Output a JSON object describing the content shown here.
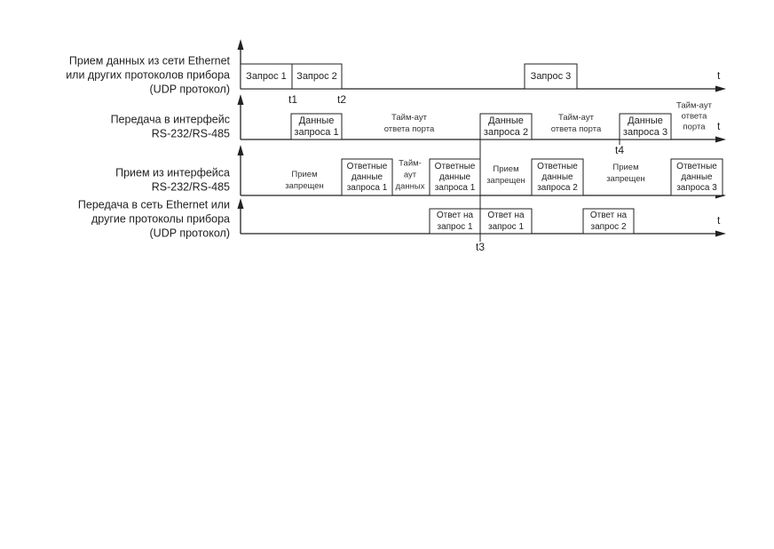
{
  "rows": [
    {
      "label": [
        "Прием данных из сети Ethernet",
        "или других протоколов прибора",
        "(UDP протокол)"
      ]
    },
    {
      "label": [
        "Передача в интерфейс",
        "RS-232/RS-485"
      ]
    },
    {
      "label": [
        "Прием из интерфейса",
        "RS-232/RS-485"
      ]
    },
    {
      "label": [
        "Передача в сеть Ethernet или",
        "другие протоколы прибора",
        "(UDP протокол)"
      ]
    }
  ],
  "axis_label": "t",
  "boxes": [
    {
      "row": 0,
      "lines": [
        "Запрос 1"
      ]
    },
    {
      "row": 0,
      "lines": [
        "Запрос 2"
      ]
    },
    {
      "row": 0,
      "lines": [
        "Запрос 3"
      ]
    },
    {
      "row": 1,
      "lines": [
        "Данные",
        "запроса 1"
      ]
    },
    {
      "row": 1,
      "lines": [
        "Данные",
        "запроса 2"
      ]
    },
    {
      "row": 1,
      "lines": [
        "Данные",
        "запроса 3"
      ]
    },
    {
      "row": 2,
      "lines": [
        "Ответные",
        "данные",
        "запроса 1"
      ]
    },
    {
      "row": 2,
      "lines": [
        "Ответные",
        "данные",
        "запроса 1"
      ]
    },
    {
      "row": 2,
      "lines": [
        "Ответные",
        "данные",
        "запроса 2"
      ]
    },
    {
      "row": 2,
      "lines": [
        "Ответные",
        "данные",
        "запроса 3"
      ]
    },
    {
      "row": 3,
      "lines": [
        "Ответ на",
        "запрос 1"
      ]
    },
    {
      "row": 3,
      "lines": [
        "Ответ на",
        "запрос 1"
      ]
    },
    {
      "row": 3,
      "lines": [
        "Ответ на",
        "запрос 2"
      ]
    }
  ],
  "free_labels": [
    [
      "Тайм-аут",
      "ответа порта"
    ],
    [
      "Тайм-аут",
      "ответа порта"
    ],
    [
      "Тайм-аут",
      "ответа",
      "порта"
    ],
    [
      "Прием",
      "запрещен"
    ],
    [
      "Тайм-",
      "аут",
      "данных"
    ],
    [
      "Прием",
      "запрещен"
    ],
    [
      "Прием",
      "запрещен"
    ]
  ],
  "time_marks": [
    "t1",
    "t2",
    "t3",
    "t4"
  ]
}
